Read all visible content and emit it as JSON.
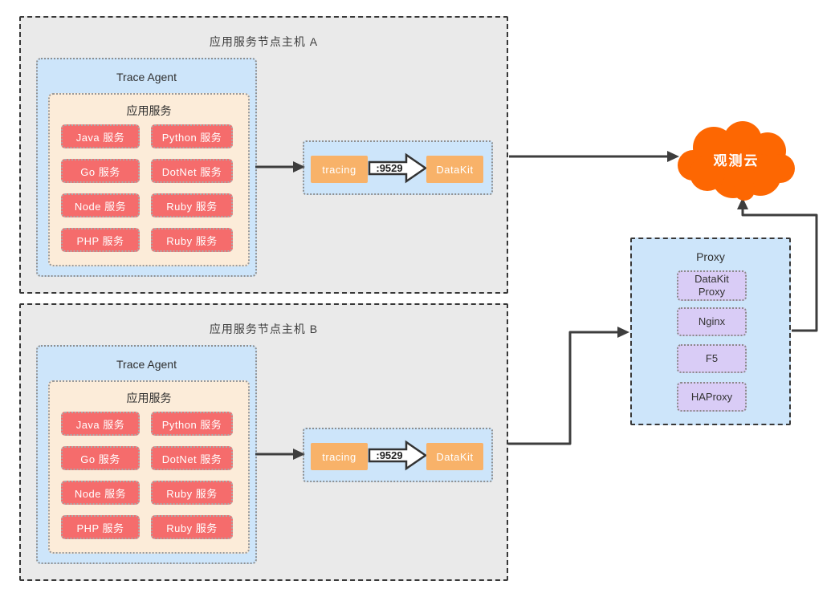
{
  "hosts": [
    {
      "title": "应用服务节点主机 A",
      "trace_agent_label": "Trace Agent",
      "app_services_label": "应用服务",
      "services": [
        "Java 服务",
        "Python 服务",
        "Go 服务",
        "DotNet 服务",
        "Node 服务",
        "Ruby 服务",
        "PHP 服务",
        "Ruby 服务"
      ],
      "pipeline": {
        "tracing_label": "tracing",
        "port_label": ":9529",
        "datakit_label": "DataKit"
      }
    },
    {
      "title": "应用服务节点主机 B",
      "trace_agent_label": "Trace Agent",
      "app_services_label": "应用服务",
      "services": [
        "Java 服务",
        "Python 服务",
        "Go 服务",
        "DotNet 服务",
        "Node 服务",
        "Ruby 服务",
        "PHP 服务",
        "Ruby 服务"
      ],
      "pipeline": {
        "tracing_label": "tracing",
        "port_label": ":9529",
        "datakit_label": "DataKit"
      }
    }
  ],
  "cloud": {
    "label": "观测云"
  },
  "proxy": {
    "title": "Proxy",
    "items": [
      "DataKit Proxy",
      "Nginx",
      "F5",
      "HAProxy"
    ]
  },
  "colors": {
    "host-bg": "#eaeaea",
    "host-border": "#383838",
    "panel-blue": "#cde5fa",
    "panel-border": "#8f8f8f",
    "panel-peach": "#fcecd9",
    "service-red": "#f56c6c",
    "accent-orange": "#f8b269",
    "proxy-purple": "#d9ccf6",
    "cloud-orange": "#fd6702",
    "arrow": "#3d3d3d"
  }
}
